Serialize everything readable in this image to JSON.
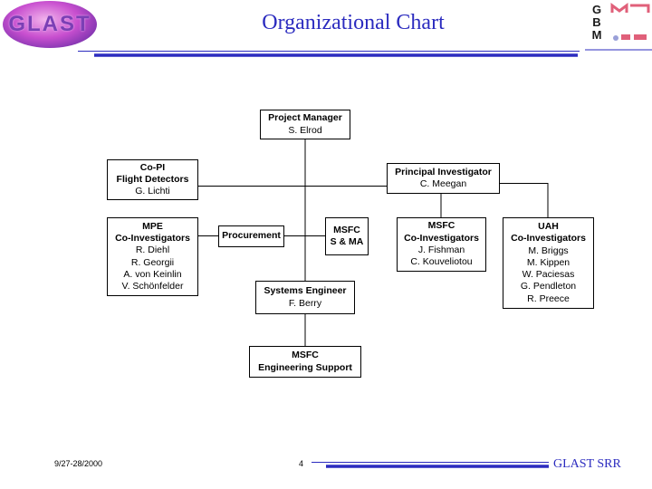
{
  "header": {
    "title": "Organizational Chart",
    "logo_left_text": "GLAST",
    "logo_right_letters": [
      "G",
      "B",
      "M"
    ]
  },
  "nodes": {
    "project_manager": {
      "title": "Project Manager",
      "names": [
        "S. Elrod"
      ]
    },
    "co_pi": {
      "title": [
        "Co-PI",
        "Flight Detectors"
      ],
      "names": [
        "G. Lichti"
      ]
    },
    "principal_investigator": {
      "title": [
        "Principal Investigator"
      ],
      "names": [
        "C. Meegan"
      ]
    },
    "mpe": {
      "title": [
        "MPE",
        "Co-Investigators"
      ],
      "names": [
        "R. Diehl",
        "R. Georgii",
        "A. von Keinlin",
        "V. Schönfelder"
      ]
    },
    "procurement": {
      "title": "Procurement"
    },
    "msfc_sma": {
      "title": [
        "MSFC",
        "S & MA"
      ]
    },
    "msfc_coi": {
      "title": [
        "MSFC",
        "Co-Investigators"
      ],
      "names": [
        "J. Fishman",
        "C. Kouveliotou"
      ]
    },
    "uah": {
      "title": [
        "UAH",
        "Co-Investigators"
      ],
      "names": [
        "M. Briggs",
        "M. Kippen",
        "W. Paciesas",
        "G. Pendleton",
        "R. Preece"
      ]
    },
    "systems_engineer": {
      "title": "Systems Engineer",
      "names": [
        "F. Berry"
      ]
    },
    "engineering_support": {
      "title": [
        "MSFC",
        "Engineering Support"
      ]
    }
  },
  "footer": {
    "date": "9/27-28/2000",
    "page": "4",
    "right_label": "GLAST SRR"
  },
  "colors": {
    "title_blue": "#2b2bbf",
    "rule_blue": "#2b2bbf",
    "logo_purple": "#c84fcf",
    "gbm_red": "#e0607a"
  }
}
